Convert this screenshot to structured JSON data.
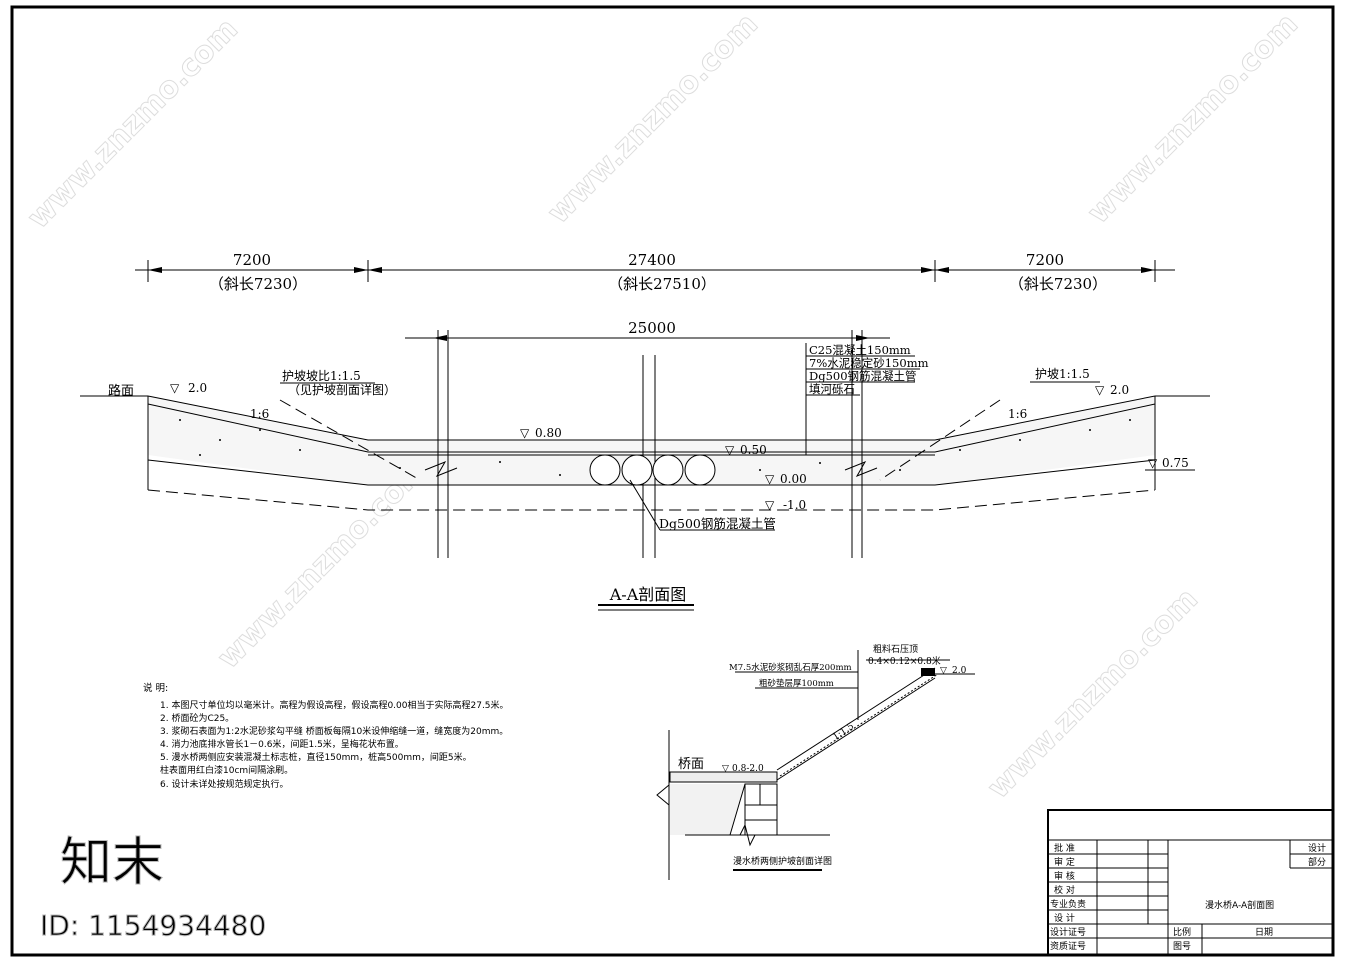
{
  "dimensions": {
    "left_span": "7200",
    "left_slant": "（斜长7230）",
    "middle_span": "27400",
    "middle_slant": "（斜长27510）",
    "right_span": "7200",
    "right_slant": "（斜长7230）",
    "bridge_length": "25000"
  },
  "section": {
    "road_label": "路面",
    "left_elev": "2.0",
    "right_elev": "2.0",
    "left_slope_note": "护坡坡比1:1.5",
    "left_slope_ref": "（见护坡剖面详图）",
    "right_slope_note": "护坡1:1.5",
    "left_ratio": "1:6",
    "right_ratio": "1:6",
    "elev_080": "0.80",
    "elev_050": "0.50",
    "elev_000": "0.00",
    "elev_m10": "-1.0",
    "elev_075": "0.75",
    "layers": [
      "C25混凝土150mm",
      "7%水泥稳定砂150mm",
      "Dg500钢筋混凝土管",
      "填河砾石"
    ],
    "pipe_label": "Dg500钢筋混凝土管",
    "title": "A-A剖面图"
  },
  "notes": {
    "heading": "说  明:",
    "items": [
      "1.  本图尺寸单位均以毫米计。高程为假设高程，假设高程0.00相当于实际高程27.5米。",
      "2.  桥面砼为C25。",
      "3.  浆砌石表面为1:2水泥砂浆勾平缝 桥面板每隔10米设伸缩缝一道，缝宽度为20mm。",
      "4.  消力池底排水管长1－0.6米，间距1.5米，呈梅花状布置。",
      "5.  漫水桥两侧应安装混凝土标志桩，直径150mm，桩高500mm，间距5米。",
      "     柱表面用红白漆10cm间隔涂刷。",
      "6.  设计未详处按规范规定执行。"
    ]
  },
  "detail": {
    "cap_stone": "粗料石压顶",
    "cap_size": "0.4×0.12×0.8米",
    "masonry": "M7.5水泥砂浆砌乱石厚200mm",
    "sand_bed": "粗砂垫层厚100mm",
    "slope": "1:1.5",
    "top_elev": "2.0",
    "deck_label": "桥面",
    "deck_elev": "0.8-2.0",
    "title": "漫水桥两侧护坡剖面详图"
  },
  "title_block": {
    "rows": [
      "批  准",
      "审  定",
      "审  核",
      "校  对",
      "专业负责",
      "设  计",
      "设计证号",
      "资质证号"
    ],
    "design": "设计",
    "section": "部分",
    "drawing_name": "漫水桥A-A剖面图",
    "scale": "比例",
    "date": "日期",
    "drawing_no": "图号"
  },
  "watermark": {
    "site": "www.znzmo.com",
    "brand": "知末",
    "id": "ID: 1154934480"
  }
}
